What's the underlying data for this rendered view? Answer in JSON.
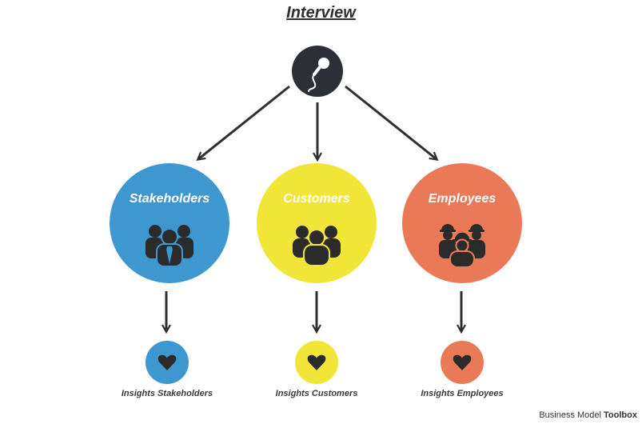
{
  "title": "Interview",
  "groups": [
    {
      "label": "Stakeholders",
      "insight": "Insights Stakeholders",
      "color": "#3e97cf",
      "icon": "business-people-icon"
    },
    {
      "label": "Customers",
      "insight": "Insights Customers",
      "color": "#f1e637",
      "icon": "people-group-icon"
    },
    {
      "label": "Employees",
      "insight": "Insights Employees",
      "color": "#ea7a57",
      "icon": "workers-hardhat-icon"
    }
  ],
  "root_icon": "microphone-icon",
  "brand": {
    "regular": "Business Model",
    "bold": "Toolbox"
  }
}
